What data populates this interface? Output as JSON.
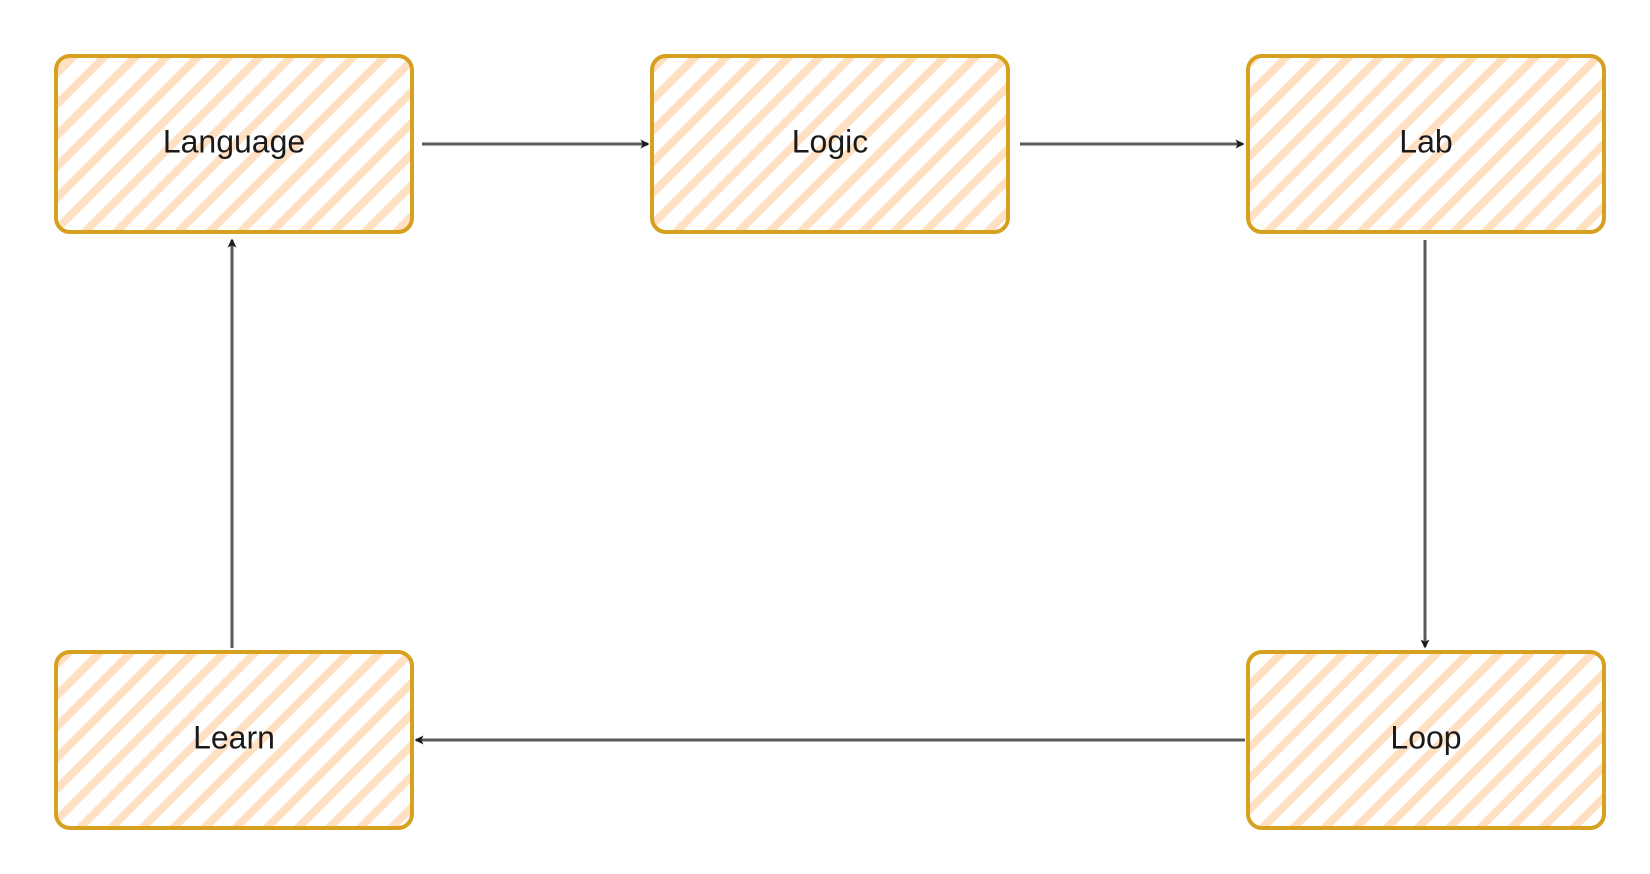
{
  "diagram": {
    "type": "flowchart-cycle",
    "style": "sketch-hachure",
    "colors": {
      "node_fill": "#ffe0c2",
      "node_stroke": "#d6a11e",
      "edge": "#5a5a5a",
      "arrowhead": "#1a1a1a",
      "text": "#1a1a1a"
    },
    "nodes": [
      {
        "id": "language",
        "label": "Language"
      },
      {
        "id": "logic",
        "label": "Logic"
      },
      {
        "id": "lab",
        "label": "Lab"
      },
      {
        "id": "loop",
        "label": "Loop"
      },
      {
        "id": "learn",
        "label": "Learn"
      }
    ],
    "edges": [
      {
        "from": "language",
        "to": "logic"
      },
      {
        "from": "logic",
        "to": "lab"
      },
      {
        "from": "lab",
        "to": "loop"
      },
      {
        "from": "loop",
        "to": "learn"
      },
      {
        "from": "learn",
        "to": "language"
      }
    ]
  }
}
